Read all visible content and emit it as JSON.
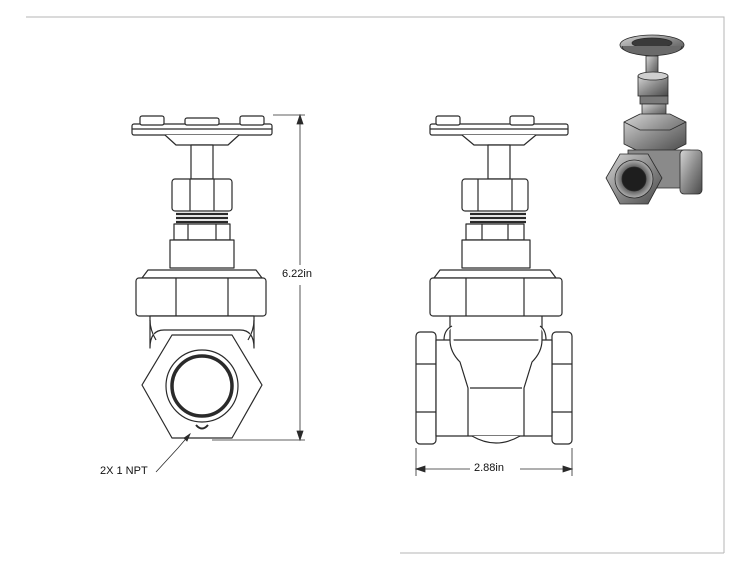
{
  "drawing": {
    "height_dimension": "6.22in",
    "width_dimension": "2.88in",
    "thread_callout": "2X 1 NPT"
  },
  "colors": {
    "line": "#2a2a2a",
    "fill": "#ffffff",
    "border": "#b5b5b5",
    "metal_dark": "#4a4a4a",
    "metal_mid": "#8c8c8c",
    "metal_light": "#d6d6d6"
  }
}
